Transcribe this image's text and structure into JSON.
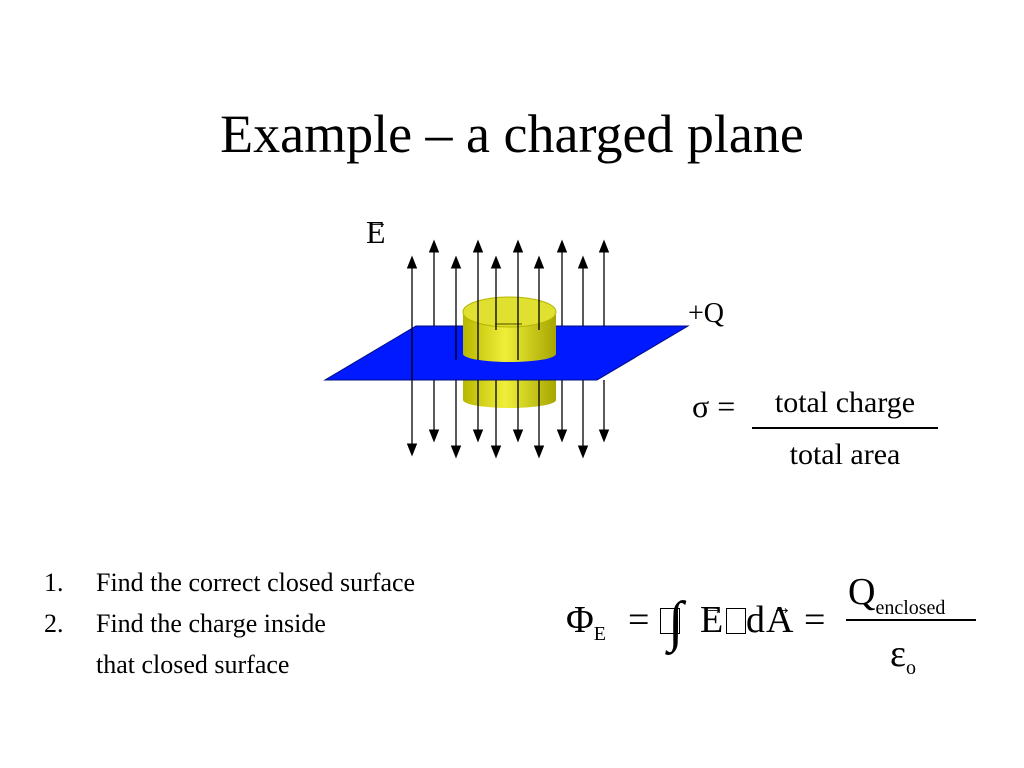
{
  "slide": {
    "title": "Example – a charged plane",
    "field_label": "E",
    "charge_label": "+Q",
    "sigma_symbol": "σ =",
    "sigma_numerator": "total charge",
    "sigma_denominator": "total area",
    "steps": [
      {
        "number": "1.",
        "text": "Find the correct closed surface"
      },
      {
        "number": "2.",
        "text": "Find the charge inside"
      },
      {
        "number": "",
        "text": "that closed surface"
      }
    ],
    "flux_symbol": "Φ",
    "flux_subscript": "E",
    "equals": "=",
    "integral_symbol": "∫",
    "e_symbol": "E",
    "d_symbol": "d",
    "a_symbol": "A",
    "vector_arrow": "⃗",
    "q_symbol": "Q",
    "q_subscript": "enclosed",
    "eps_symbol": "ε",
    "eps_subscript": "o"
  },
  "colors": {
    "plane": "#0019ff",
    "cylinder": "#c8c800",
    "cylinder_highlight": "#eded3a"
  }
}
